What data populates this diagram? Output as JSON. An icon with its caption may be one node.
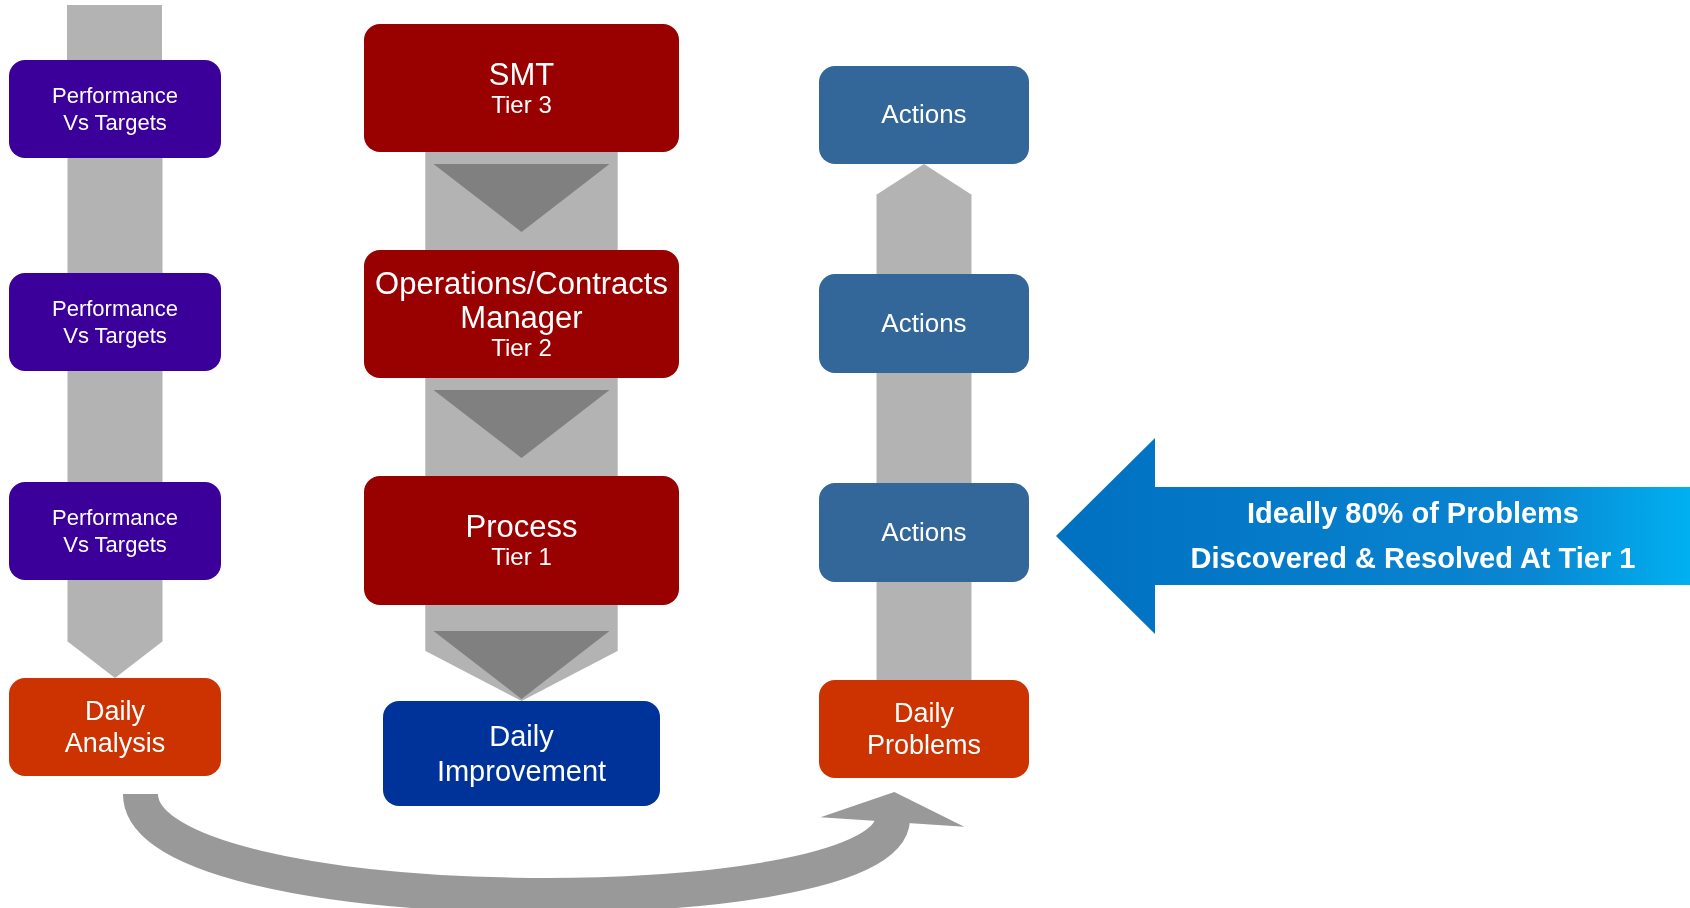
{
  "diagram": {
    "nodes": [
      {
        "text": [
          "Performance Vs Targets"
        ]
      },
      {
        "text": [
          "SMT",
          "Tier 3"
        ]
      },
      {
        "text": [
          "Actions"
        ]
      },
      {
        "text": [
          "Performance Vs Targets"
        ]
      },
      {
        "text": [
          "Operations/Contracts Manager",
          "Tier 2"
        ]
      },
      {
        "text": [
          "Actions"
        ]
      },
      {
        "text": [
          "Performance Vs Targets"
        ]
      },
      {
        "text": [
          "Process",
          "Tier 1"
        ]
      },
      {
        "text": [
          "Actions"
        ]
      },
      {
        "text": [
          "Ideally 80% of Problems Discovered & Resolved At Tier 1"
        ]
      },
      {
        "text": [
          "Daily Analysis"
        ]
      },
      {
        "text": [
          "Daily Improvement"
        ]
      },
      {
        "text": [
          "Daily Problems"
        ]
      },
      {
        "text": [],
        "shape": "bar"
      }
    ],
    "edges": [
      {
        "from": 0,
        "to": 3,
        "arrow": "none"
      },
      {
        "from": 3,
        "to": 6,
        "arrow": "none"
      },
      {
        "from": 6,
        "to": 10,
        "arrow": "to"
      },
      {
        "from": 1,
        "to": 4,
        "arrow": "to",
        "style": "thick"
      },
      {
        "from": 4,
        "to": 7,
        "arrow": "to",
        "style": "thick"
      },
      {
        "from": 7,
        "to": 11,
        "arrow": "to",
        "style": "thick"
      },
      {
        "from": 12,
        "to": 8,
        "arrow": "none"
      },
      {
        "from": 8,
        "to": 5,
        "arrow": "none"
      },
      {
        "from": 5,
        "to": 2,
        "arrow": "to"
      },
      {
        "from": 10,
        "to": 12,
        "arrow": "to",
        "color": "#999999"
      },
      {
        "from": 13,
        "to": 0,
        "arrow": "none"
      }
    ]
  }
}
